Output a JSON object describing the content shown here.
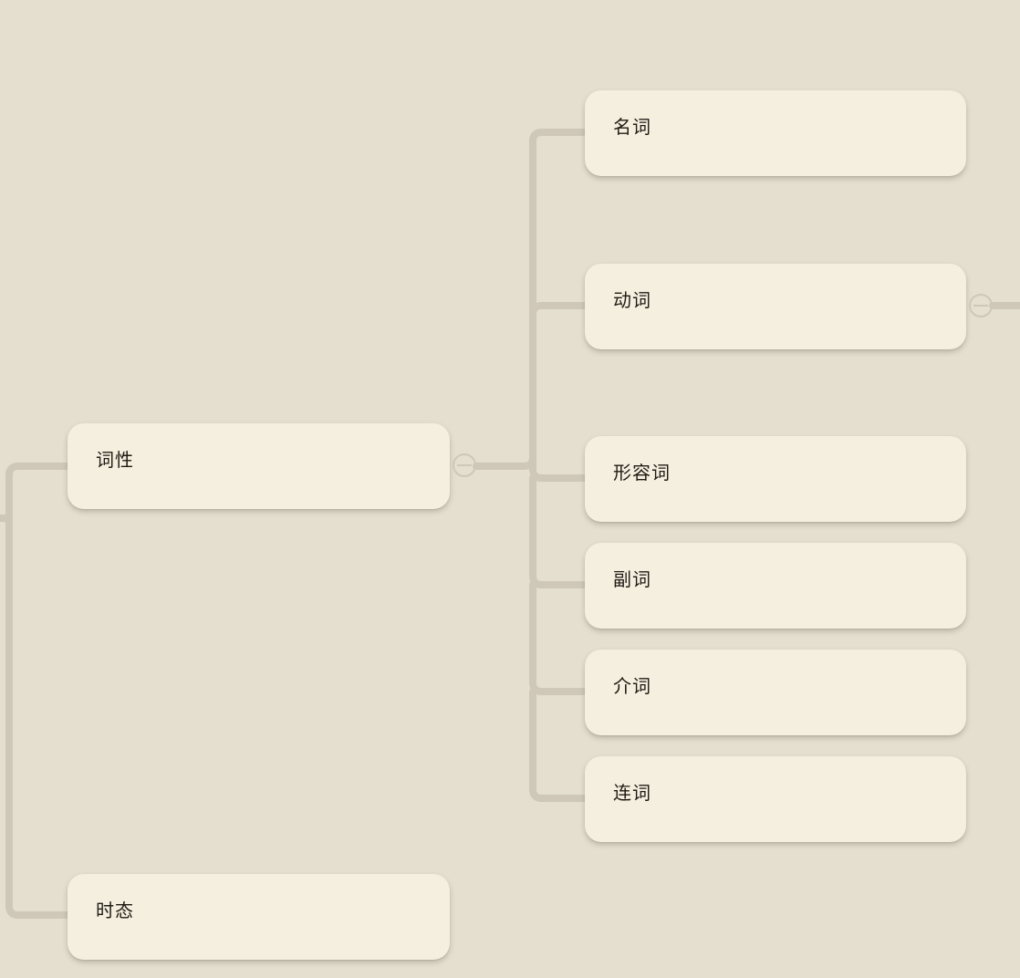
{
  "mindmap": {
    "branch_1": {
      "label": "词性",
      "children": {
        "noun": "名词",
        "verb": "动词",
        "adjective": "形容词",
        "adverb": "副词",
        "preposition": "介词",
        "conjunction": "连词"
      }
    },
    "branch_2": {
      "label": "时态"
    }
  },
  "colors": {
    "background": "#e4dfcf",
    "node_fill": "#f4efdf",
    "connector": "#cfc8b8",
    "text": "#1f1b14"
  }
}
